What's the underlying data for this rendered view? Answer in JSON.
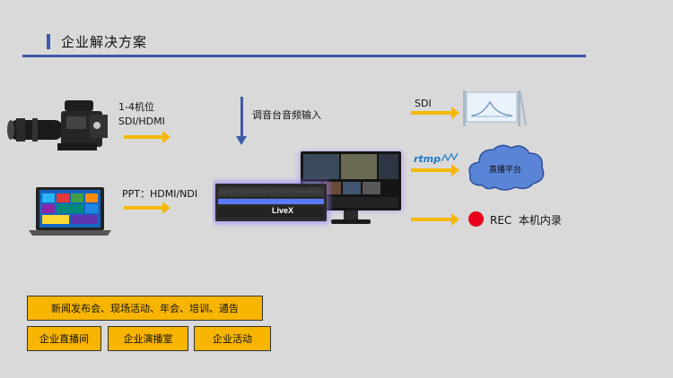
{
  "header": {
    "title": "企业解决方案"
  },
  "inputs": {
    "camera_label_1": "1-4机位",
    "camera_label_2": "SDI/HDMI",
    "laptop_label": "PPT：HDMI/NDI",
    "audio_label": "调音台音频输入"
  },
  "outputs": {
    "sdi_label": "SDI",
    "rtmp_label": "rtmp",
    "live_platform_label": "直播平台",
    "rec_label": "REC  本机内录"
  },
  "device": {
    "brand": "LiveX"
  },
  "scenarios": {
    "wide": "新闻发布会、现场活动、年会、培训、通告",
    "items": [
      "企业直播间",
      "企业演播室",
      "企业活动"
    ]
  },
  "colors": {
    "accent_blue": "#3d5aa8",
    "arrow_yellow": "#f5b800",
    "box_yellow": "#f7b500",
    "rec_red": "#e8001c",
    "cloud_blue": "#5a84d6"
  }
}
